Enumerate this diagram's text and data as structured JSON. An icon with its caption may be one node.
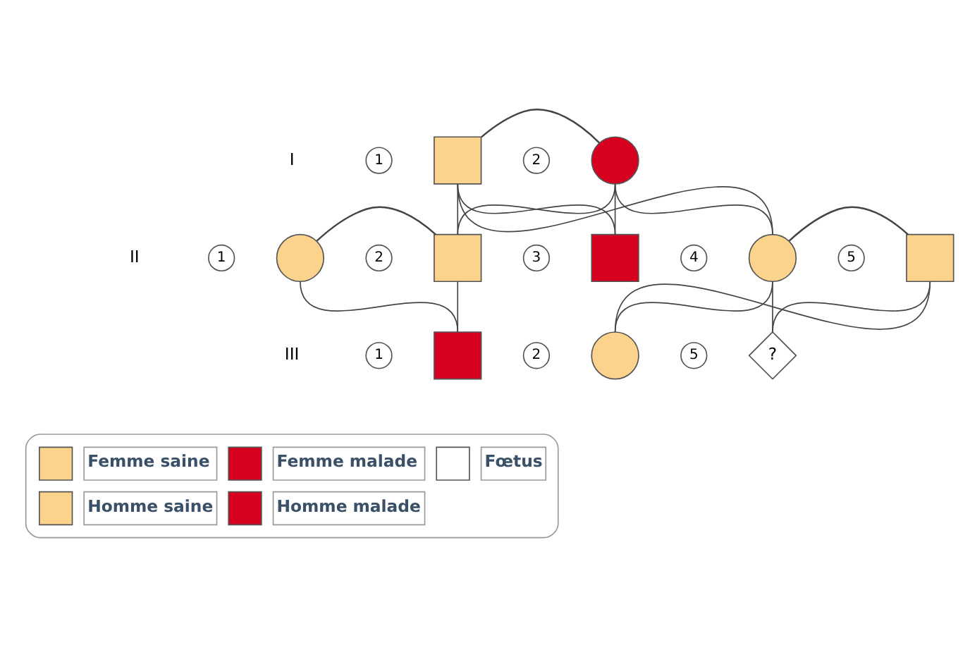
{
  "diagram": {
    "nodes": [
      {
        "text": [],
        "shape": "box",
        "beside": [
          "1"
        ]
      },
      {
        "text": [],
        "shape": "circle",
        "beside": [
          "2"
        ]
      },
      {
        "text": [],
        "shape": "circle",
        "beside": [
          "1"
        ]
      },
      {
        "text": [],
        "shape": "box",
        "beside": [
          "2"
        ]
      },
      {
        "text": [],
        "shape": "box",
        "beside": [
          "3"
        ]
      },
      {
        "text": [],
        "shape": "circle",
        "beside": [
          "4"
        ]
      },
      {
        "text": [],
        "shape": "box",
        "beside": [
          "5"
        ]
      },
      {
        "text": [],
        "shape": "box",
        "beside": [
          "1"
        ]
      },
      {
        "text": [],
        "shape": "circle",
        "beside": [
          "2"
        ]
      },
      {
        "text": [
          "?"
        ],
        "beside": [
          "5"
        ]
      }
    ],
    "edges": [
      {
        "from": 0,
        "to": 1,
        "arrow": "none"
      },
      {
        "from": 0,
        "to": 3,
        "arrow": "none"
      },
      {
        "from": 1,
        "to": 3,
        "arrow": "none"
      },
      {
        "from": 0,
        "to": 4,
        "arrow": "none"
      },
      {
        "from": 1,
        "to": 4,
        "arrow": "none"
      },
      {
        "from": 0,
        "to": 5,
        "arrow": "none"
      },
      {
        "from": 1,
        "to": 5,
        "arrow": "none"
      },
      {
        "from": 2,
        "to": 3,
        "arrow": "none"
      },
      {
        "from": 5,
        "to": 6,
        "arrow": "none"
      },
      {
        "from": 2,
        "to": 7,
        "arrow": "none"
      },
      {
        "from": 3,
        "to": 7,
        "arrow": "none"
      },
      {
        "from": 5,
        "to": 8,
        "arrow": "none"
      },
      {
        "from": 6,
        "to": 8,
        "arrow": "none"
      },
      {
        "from": 5,
        "to": 9,
        "arrow": "none"
      },
      {
        "from": 6,
        "to": 9,
        "arrow": "none"
      }
    ],
    "labels": [
      "I",
      "II",
      "III"
    ],
    "legend": [
      {
        "text": "Femme saine",
        "color": "#fbd38d"
      },
      {
        "text": "Femme malade",
        "color": "#d7001f"
      },
      {
        "text": "Fœtus"
      },
      {
        "text": "Homme saine",
        "color": "#fbd38d"
      },
      {
        "text": "Homme malade",
        "color": "#d7001f"
      }
    ]
  }
}
